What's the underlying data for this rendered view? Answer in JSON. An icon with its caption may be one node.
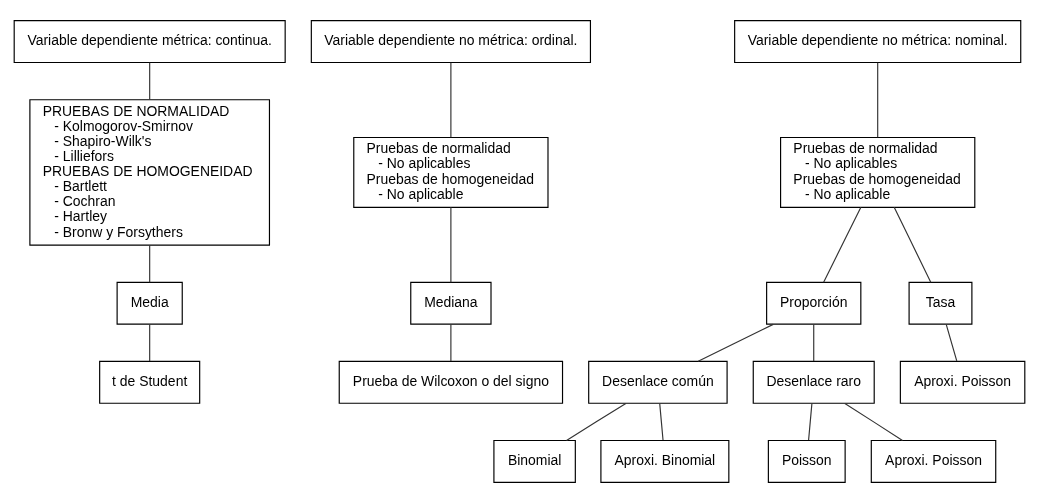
{
  "diagram": {
    "nodes": [
      {
        "text": [
          "Variable dependiente métrica: continua."
        ]
      },
      {
        "text": [
          "PRUEBAS DE NORMALIDAD",
          "- Kolmogorov-Smirnov",
          "- Shapiro-Wilk's",
          "- Lilliefors",
          "PRUEBAS DE HOMOGENEIDAD",
          "- Bartlett",
          "- Cochran",
          "- Hartley",
          "- Bronw y Forsythers"
        ]
      },
      {
        "text": [
          "Media"
        ]
      },
      {
        "text": [
          "t de Student"
        ]
      },
      {
        "text": [
          "Variable dependiente no métrica: ordinal."
        ]
      },
      {
        "text": [
          "Pruebas de normalidad",
          "- No aplicables",
          "Pruebas de homogeneidad",
          "- No aplicable"
        ]
      },
      {
        "text": [
          "Mediana"
        ]
      },
      {
        "text": [
          "Prueba de Wilcoxon o del signo"
        ]
      },
      {
        "text": [
          "Variable dependiente no métrica: nominal."
        ]
      },
      {
        "text": [
          "Pruebas de normalidad",
          "- No aplicables",
          "Pruebas de homogeneidad",
          "- No aplicable"
        ]
      },
      {
        "text": [
          "Proporción"
        ]
      },
      {
        "text": [
          "Tasa"
        ]
      },
      {
        "text": [
          "Desenlace común"
        ]
      },
      {
        "text": [
          "Desenlace raro"
        ]
      },
      {
        "text": [
          "Binomial"
        ]
      },
      {
        "text": [
          "Aproxi. Binomial"
        ]
      },
      {
        "text": [
          "Poisson"
        ]
      },
      {
        "text": [
          "Aproxi. Poisson"
        ]
      },
      {
        "text": [
          "Aproxi. Poisson"
        ]
      }
    ],
    "edges": [
      {
        "from": 0,
        "to": 1,
        "arrow": "none"
      },
      {
        "from": 1,
        "to": 2,
        "arrow": "none"
      },
      {
        "from": 2,
        "to": 3,
        "arrow": "none"
      },
      {
        "from": 4,
        "to": 5,
        "arrow": "none"
      },
      {
        "from": 5,
        "to": 6,
        "arrow": "none"
      },
      {
        "from": 6,
        "to": 7,
        "arrow": "none"
      },
      {
        "from": 8,
        "to": 9,
        "arrow": "none"
      },
      {
        "from": 9,
        "to": 10,
        "arrow": "none"
      },
      {
        "from": 9,
        "to": 11,
        "arrow": "none"
      },
      {
        "from": 10,
        "to": 12,
        "arrow": "none"
      },
      {
        "from": 10,
        "to": 13,
        "arrow": "none"
      },
      {
        "from": 12,
        "to": 14,
        "arrow": "none"
      },
      {
        "from": 12,
        "to": 15,
        "arrow": "none"
      },
      {
        "from": 13,
        "to": 16,
        "arrow": "none"
      },
      {
        "from": 13,
        "to": 17,
        "arrow": "none"
      },
      {
        "from": 11,
        "to": 18,
        "arrow": "none"
      }
    ]
  }
}
